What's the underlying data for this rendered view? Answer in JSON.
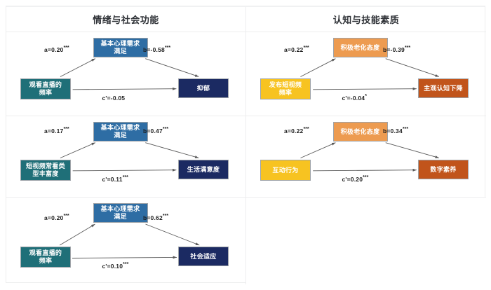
{
  "figure": {
    "columns": [
      {
        "id": "col-emotion-social",
        "title": "情绪与社会功能"
      },
      {
        "id": "col-cognition-skill",
        "title": "认知与技能素质"
      }
    ],
    "colors": {
      "predictor_teal": "#1F6F78",
      "mediator_blue": "#2E6DA4",
      "outcome_navy": "#1B2A62",
      "predictor_yellow": "#F7C321",
      "mediator_orange": "#ED9B50",
      "outcome_darkorange": "#C1541B",
      "arrow": "#595959",
      "border": "#9EA3A8",
      "grid_line": "#EDEDEE",
      "title_text": "#2F3237"
    }
  },
  "chart_data": {
    "type": "diagram",
    "title": "中介效应路径图",
    "panels": [
      {
        "id": "panel-1",
        "column": "情绪与社会功能",
        "row": 1,
        "predictor": {
          "label": "观看直播的\n频率",
          "line1": "观看直播的",
          "line2": "频率",
          "color": "#1F6F78"
        },
        "mediator": {
          "label": "基本心理需求\n满足",
          "line1": "基本心理需求",
          "line2": "满足",
          "color": "#2E6DA4"
        },
        "outcome": {
          "label": "抑郁",
          "line1": "抑郁",
          "line2": "",
          "color": "#1B2A62"
        },
        "paths": {
          "a": {
            "text": "a=0.20",
            "stars": "***",
            "value": 0.2,
            "sig": "***"
          },
          "b": {
            "text": "b=-0.58",
            "stars": "***",
            "value": -0.58,
            "sig": "***"
          },
          "c": {
            "text": "c'=-0.05",
            "stars": "",
            "value": -0.05,
            "sig": ""
          }
        }
      },
      {
        "id": "panel-2",
        "column": "认知与技能素质",
        "row": 1,
        "predictor": {
          "label": "发布短视频\n频率",
          "line1": "发布短视频",
          "line2": "频率",
          "color": "#F7C321"
        },
        "mediator": {
          "label": "积极老化态度",
          "line1": "积极老化态度",
          "line2": "",
          "color": "#ED9B50"
        },
        "outcome": {
          "label": "主观认知下降",
          "line1": "主观认知下降",
          "line2": "",
          "color": "#C1541B"
        },
        "paths": {
          "a": {
            "text": "a=0.22",
            "stars": "***",
            "value": 0.22,
            "sig": "***"
          },
          "b": {
            "text": "b=-0.39",
            "stars": "***",
            "value": -0.39,
            "sig": "***"
          },
          "c": {
            "text": "c'=-0.04",
            "stars": "*",
            "value": -0.04,
            "sig": "*"
          }
        }
      },
      {
        "id": "panel-3",
        "column": "情绪与社会功能",
        "row": 2,
        "predictor": {
          "label": "短视频常看类\n型丰富度",
          "line1": "短视频常看类",
          "line2": "型丰富度",
          "color": "#1F6F78"
        },
        "mediator": {
          "label": "基本心理需求\n满足",
          "line1": "基本心理需求",
          "line2": "满足",
          "color": "#2E6DA4"
        },
        "outcome": {
          "label": "生活满意度",
          "line1": "生活满意度",
          "line2": "",
          "color": "#1B2A62"
        },
        "paths": {
          "a": {
            "text": "a=0.17",
            "stars": "***",
            "value": 0.17,
            "sig": "***"
          },
          "b": {
            "text": "b=0.47",
            "stars": "***",
            "value": 0.47,
            "sig": "***"
          },
          "c": {
            "text": "c'=0.11",
            "stars": "***",
            "value": 0.11,
            "sig": "***"
          }
        }
      },
      {
        "id": "panel-4",
        "column": "认知与技能素质",
        "row": 2,
        "predictor": {
          "label": "互动行为",
          "line1": "互动行为",
          "line2": "",
          "color": "#F7C321"
        },
        "mediator": {
          "label": "积极老化态度",
          "line1": "积极老化态度",
          "line2": "",
          "color": "#ED9B50"
        },
        "outcome": {
          "label": "数字素养",
          "line1": "数字素养",
          "line2": "",
          "color": "#C1541B"
        },
        "paths": {
          "a": {
            "text": "a=0.22",
            "stars": "***",
            "value": 0.22,
            "sig": "***"
          },
          "b": {
            "text": "b=0.34",
            "stars": "***",
            "value": 0.34,
            "sig": "***"
          },
          "c": {
            "text": "c'=0.20",
            "stars": "***",
            "value": 0.2,
            "sig": "***"
          }
        }
      },
      {
        "id": "panel-5",
        "column": "情绪与社会功能",
        "row": 3,
        "predictor": {
          "label": "观看直播的\n频率",
          "line1": "观看直播的",
          "line2": "频率",
          "color": "#1F6F78"
        },
        "mediator": {
          "label": "基本心理需求\n满足",
          "line1": "基本心理需求",
          "line2": "满足",
          "color": "#2E6DA4"
        },
        "outcome": {
          "label": "社会适应",
          "line1": "社会适应",
          "line2": "",
          "color": "#1B2A62"
        },
        "paths": {
          "a": {
            "text": "a=0.20",
            "stars": "***",
            "value": 0.2,
            "sig": "***"
          },
          "b": {
            "text": "b=0.62",
            "stars": "***",
            "value": 0.62,
            "sig": "***"
          },
          "c": {
            "text": "c'=0.10",
            "stars": "***",
            "value": 0.1,
            "sig": "***"
          }
        }
      },
      {
        "id": "panel-6-empty",
        "column": "认知与技能素质",
        "row": 3,
        "empty": true
      }
    ]
  }
}
